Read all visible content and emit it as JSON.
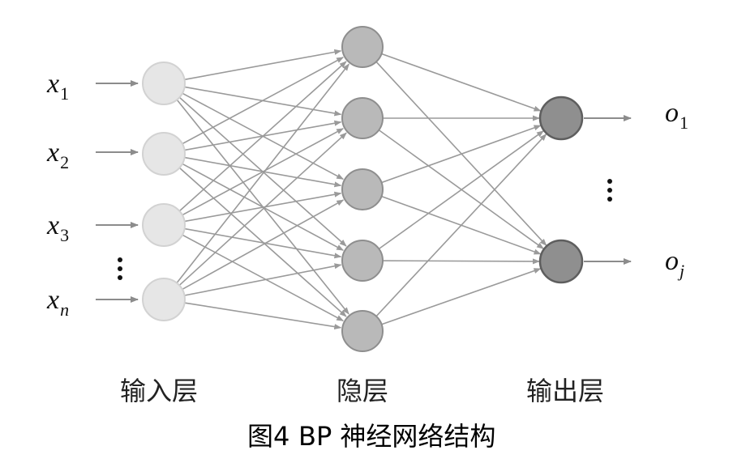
{
  "inputs": [
    "x",
    "x",
    "x",
    "x"
  ],
  "input_subscripts": [
    "1",
    "2",
    "3",
    "n"
  ],
  "outputs": [
    "o",
    "o"
  ],
  "output_subscripts": [
    "1",
    "j"
  ],
  "layers": {
    "input": "输入层",
    "hidden": "隐层",
    "output": "输出层"
  },
  "caption": {
    "figure": "图4",
    "title": "BP 神经网络结构"
  },
  "colors": {
    "input_node": "#e6e6e6",
    "hidden_node": "#b9b9b9",
    "output_node": "#8f8f8f",
    "edge": "#9a9a9a"
  }
}
